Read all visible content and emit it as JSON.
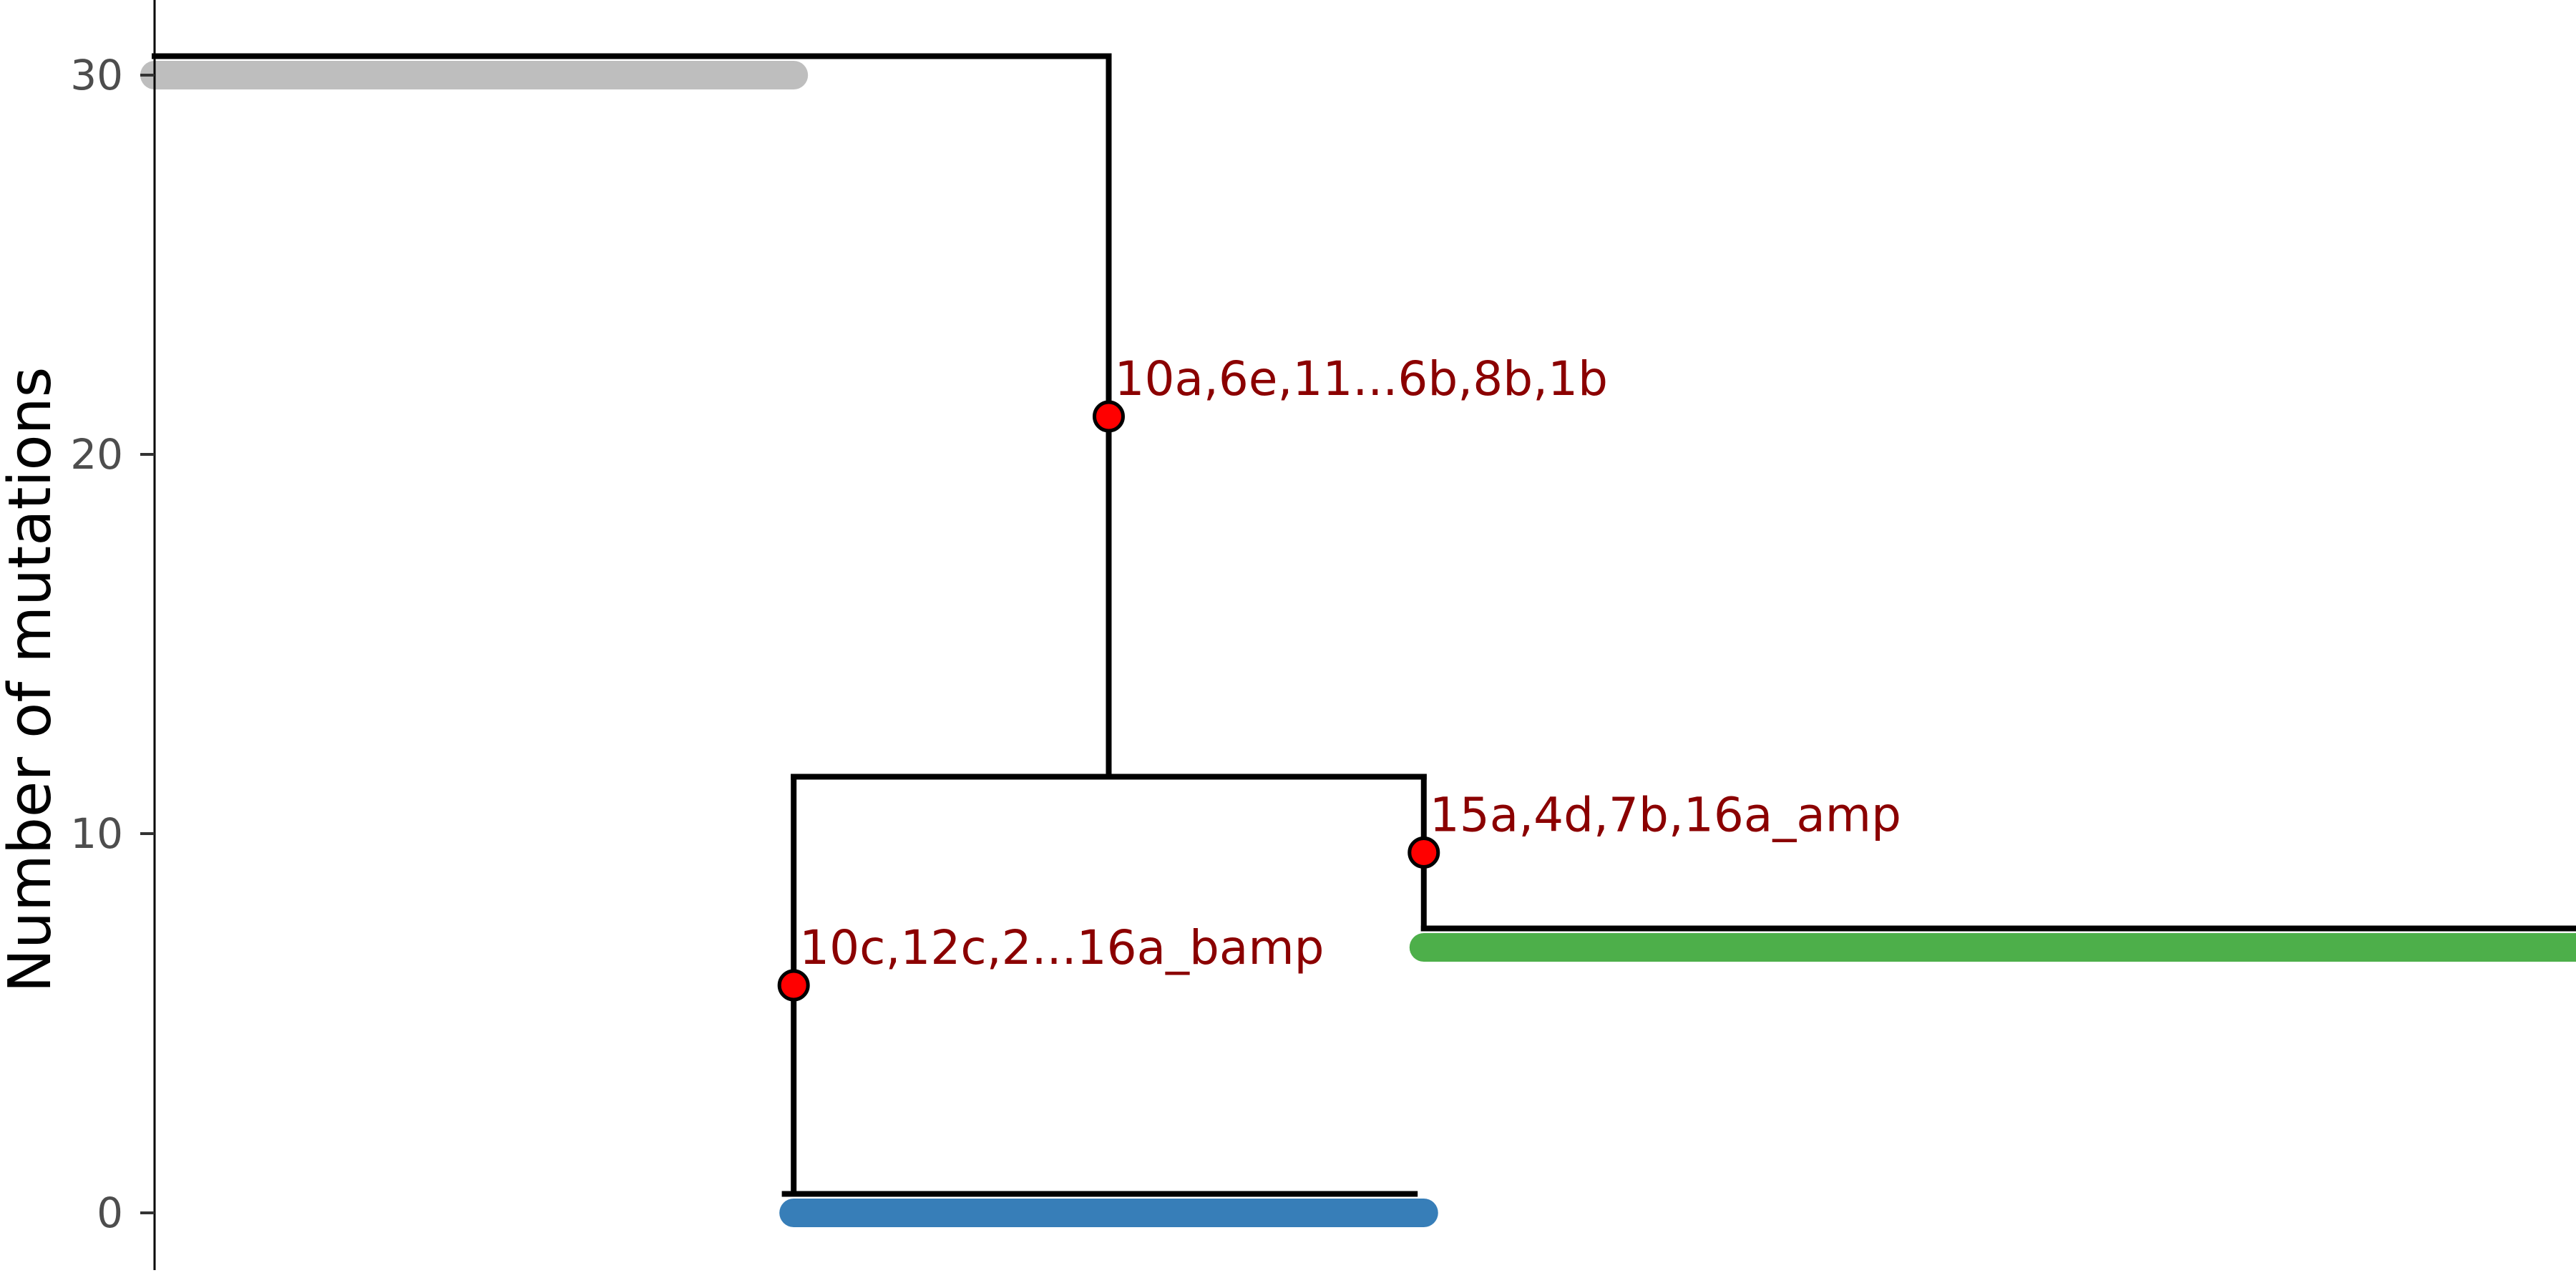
{
  "chart_data": {
    "type": "tree",
    "title": "",
    "xlabel": "",
    "ylabel": "Number of mutations",
    "ylim": [
      0,
      32
    ],
    "xlim": [
      0,
      27
    ],
    "yticks": [
      0,
      10,
      20,
      30
    ],
    "grid": false,
    "colors": {
      "branch": "#000000",
      "node_fill": "#ff0000",
      "label": "#8b0000",
      "clone_grey": "#bebebe",
      "clone_blue": "#377eb8",
      "clone_green": "#4daf4a"
    },
    "clone_bars": [
      {
        "x_start": 0,
        "x_end": 7.1,
        "y": 30,
        "color": "#bebebe"
      },
      {
        "x_start": 7.1,
        "x_end": 14.1,
        "y": 0,
        "color": "#377eb8"
      },
      {
        "x_start": 14.1,
        "x_end": 27,
        "y": 7,
        "color": "#4daf4a"
      }
    ],
    "branches": [
      {
        "x": 10.6,
        "y_from": 30.5,
        "y_to": 11.5
      },
      {
        "x": 7.1,
        "y_from": 11.5,
        "y_to": 0.5
      },
      {
        "x": 14.1,
        "y_from": 11.5,
        "y_to": 7.5
      }
    ],
    "bars": [
      {
        "x_start": 0,
        "x_end": 10.6,
        "y": 30.5
      },
      {
        "x_start": 7.1,
        "x_end": 14.1,
        "y": 11.5
      },
      {
        "x_start": 7.0,
        "x_end": 14.0,
        "y": 0.5
      },
      {
        "x_start": 14.1,
        "x_end": 27,
        "y": 7.5
      }
    ],
    "nodes": [
      {
        "x": 10.6,
        "y": 21,
        "label": "10a,6e,11...6b,8b,1b"
      },
      {
        "x": 7.1,
        "y": 6,
        "label": "10c,12c,2...16a_bamp"
      },
      {
        "x": 14.1,
        "y": 9.5,
        "label": "15a,4d,7b,16a_amp"
      }
    ]
  }
}
